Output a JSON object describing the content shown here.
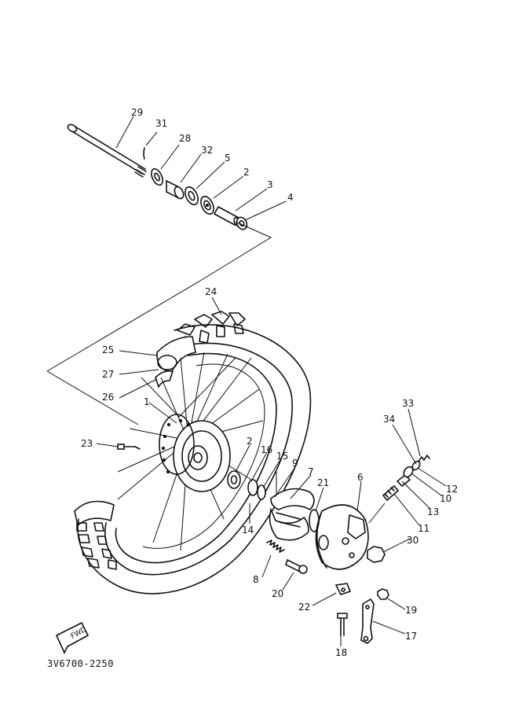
{
  "catalog_code": "3V6700-2250",
  "fwd_arrow_text": "FWD",
  "parts": [
    {
      "id": "29",
      "text": "29"
    },
    {
      "id": "31",
      "text": "31"
    },
    {
      "id": "28",
      "text": "28"
    },
    {
      "id": "32",
      "text": "32"
    },
    {
      "id": "5",
      "text": "5"
    },
    {
      "id": "2a",
      "text": "2"
    },
    {
      "id": "3",
      "text": "3"
    },
    {
      "id": "4",
      "text": "4"
    },
    {
      "id": "24",
      "text": "24"
    },
    {
      "id": "25",
      "text": "25"
    },
    {
      "id": "27",
      "text": "27"
    },
    {
      "id": "26",
      "text": "26"
    },
    {
      "id": "1",
      "text": "1"
    },
    {
      "id": "23",
      "text": "23"
    },
    {
      "id": "2b",
      "text": "2"
    },
    {
      "id": "16",
      "text": "16"
    },
    {
      "id": "15",
      "text": "15"
    },
    {
      "id": "9",
      "text": "9"
    },
    {
      "id": "7",
      "text": "7"
    },
    {
      "id": "21",
      "text": "21"
    },
    {
      "id": "6",
      "text": "6"
    },
    {
      "id": "14",
      "text": "14"
    },
    {
      "id": "33",
      "text": "33"
    },
    {
      "id": "34",
      "text": "34"
    },
    {
      "id": "12",
      "text": "12"
    },
    {
      "id": "10",
      "text": "10"
    },
    {
      "id": "13",
      "text": "13"
    },
    {
      "id": "11",
      "text": "11"
    },
    {
      "id": "30",
      "text": "30"
    },
    {
      "id": "8",
      "text": "8"
    },
    {
      "id": "20",
      "text": "20"
    },
    {
      "id": "22",
      "text": "22"
    },
    {
      "id": "19",
      "text": "19"
    },
    {
      "id": "17",
      "text": "17"
    },
    {
      "id": "18",
      "text": "18"
    }
  ]
}
